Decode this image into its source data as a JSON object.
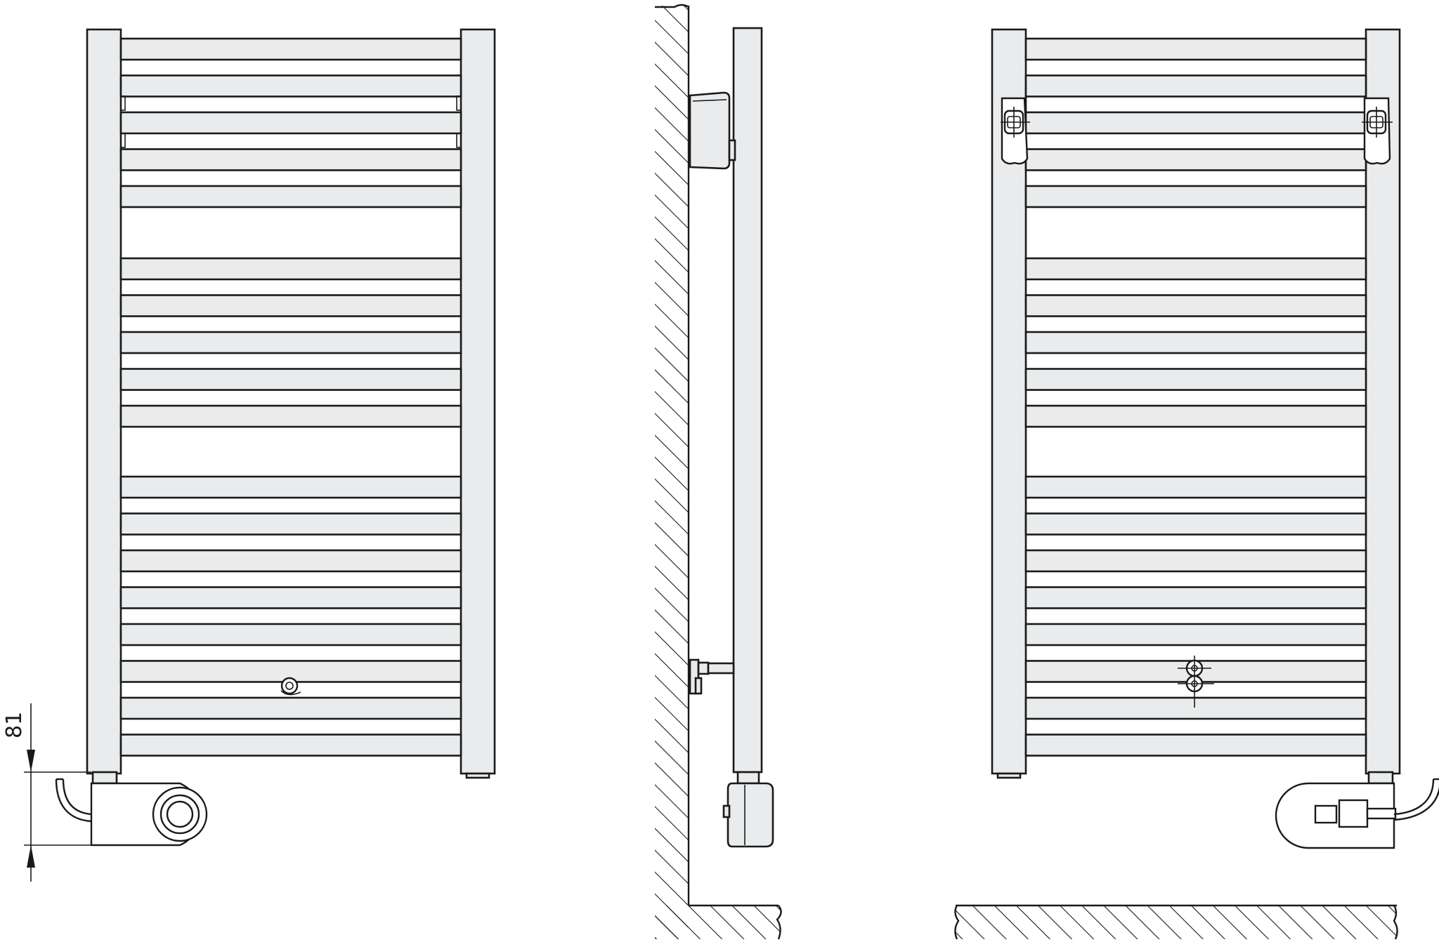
{
  "dimension": {
    "label": "81"
  },
  "views": {
    "front": {
      "bar_groups": [
        5,
        5,
        8
      ]
    },
    "rear": {
      "bar_groups": [
        5,
        5,
        8
      ]
    }
  },
  "colors": {
    "stroke": "#1a1a1a",
    "fill": "#e9ebec",
    "background": "#ffffff"
  }
}
